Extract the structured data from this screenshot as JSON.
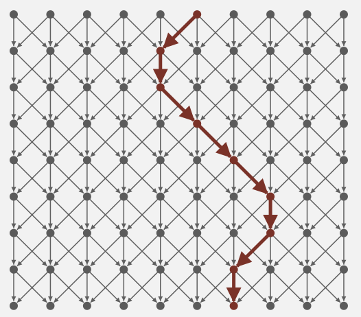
{
  "grid": {
    "columns": 10,
    "rows": 9
  },
  "colors": {
    "background": "#f2f2f2",
    "node": "#5b5b5b",
    "edge": "#5f5f5f",
    "path": "#7a3228"
  },
  "path": [
    {
      "col": 5,
      "row": 0
    },
    {
      "col": 4,
      "row": 1
    },
    {
      "col": 4,
      "row": 2
    },
    {
      "col": 5,
      "row": 3
    },
    {
      "col": 6,
      "row": 4
    },
    {
      "col": 7,
      "row": 5
    },
    {
      "col": 7,
      "row": 6
    },
    {
      "col": 6,
      "row": 7
    },
    {
      "col": 6,
      "row": 8
    }
  ]
}
